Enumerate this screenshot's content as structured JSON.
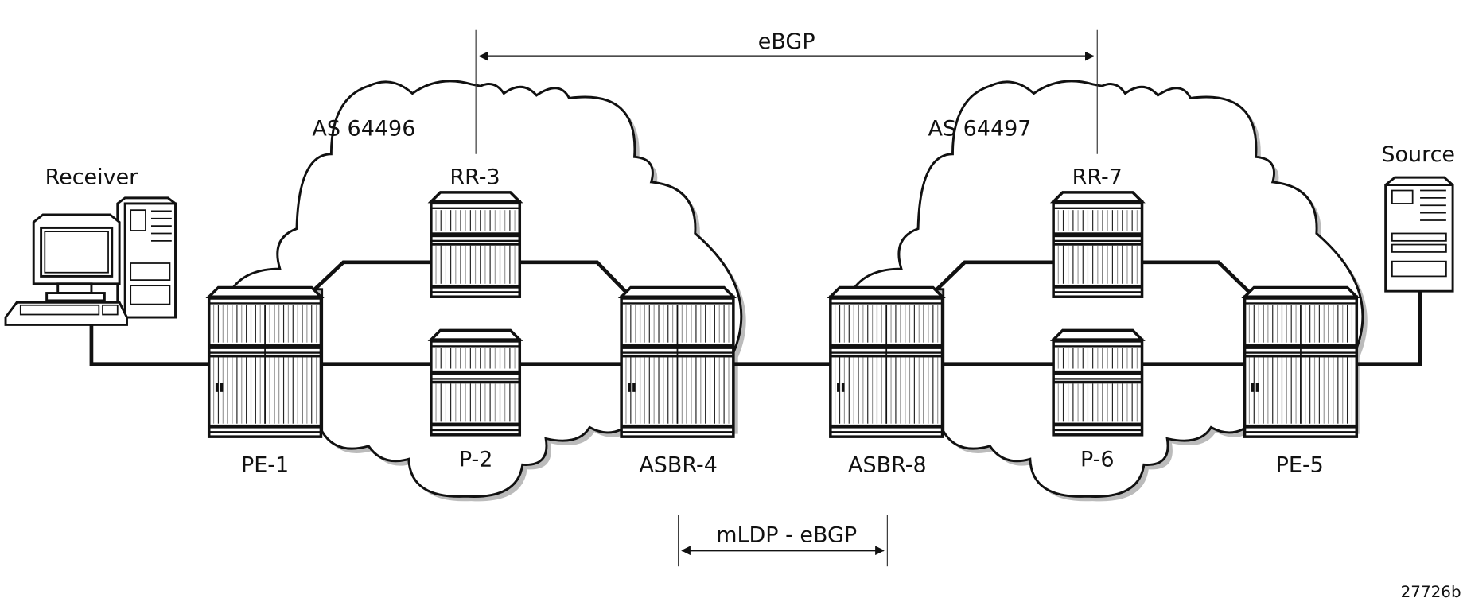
{
  "top_link": {
    "label": "eBGP"
  },
  "bottom_link": {
    "label": "mLDP - eBGP"
  },
  "as_left": {
    "label": "AS 64496"
  },
  "as_right": {
    "label": "AS 64497"
  },
  "receiver": {
    "label": "Receiver"
  },
  "source": {
    "label": "Source"
  },
  "nodes": {
    "pe1": "PE-1",
    "p2": "P-2",
    "rr3": "RR-3",
    "asbr4": "ASBR-4",
    "asbr8": "ASBR-8",
    "p6": "P-6",
    "rr7": "RR-7",
    "pe5": "PE-5"
  },
  "figure_id": "27726b"
}
